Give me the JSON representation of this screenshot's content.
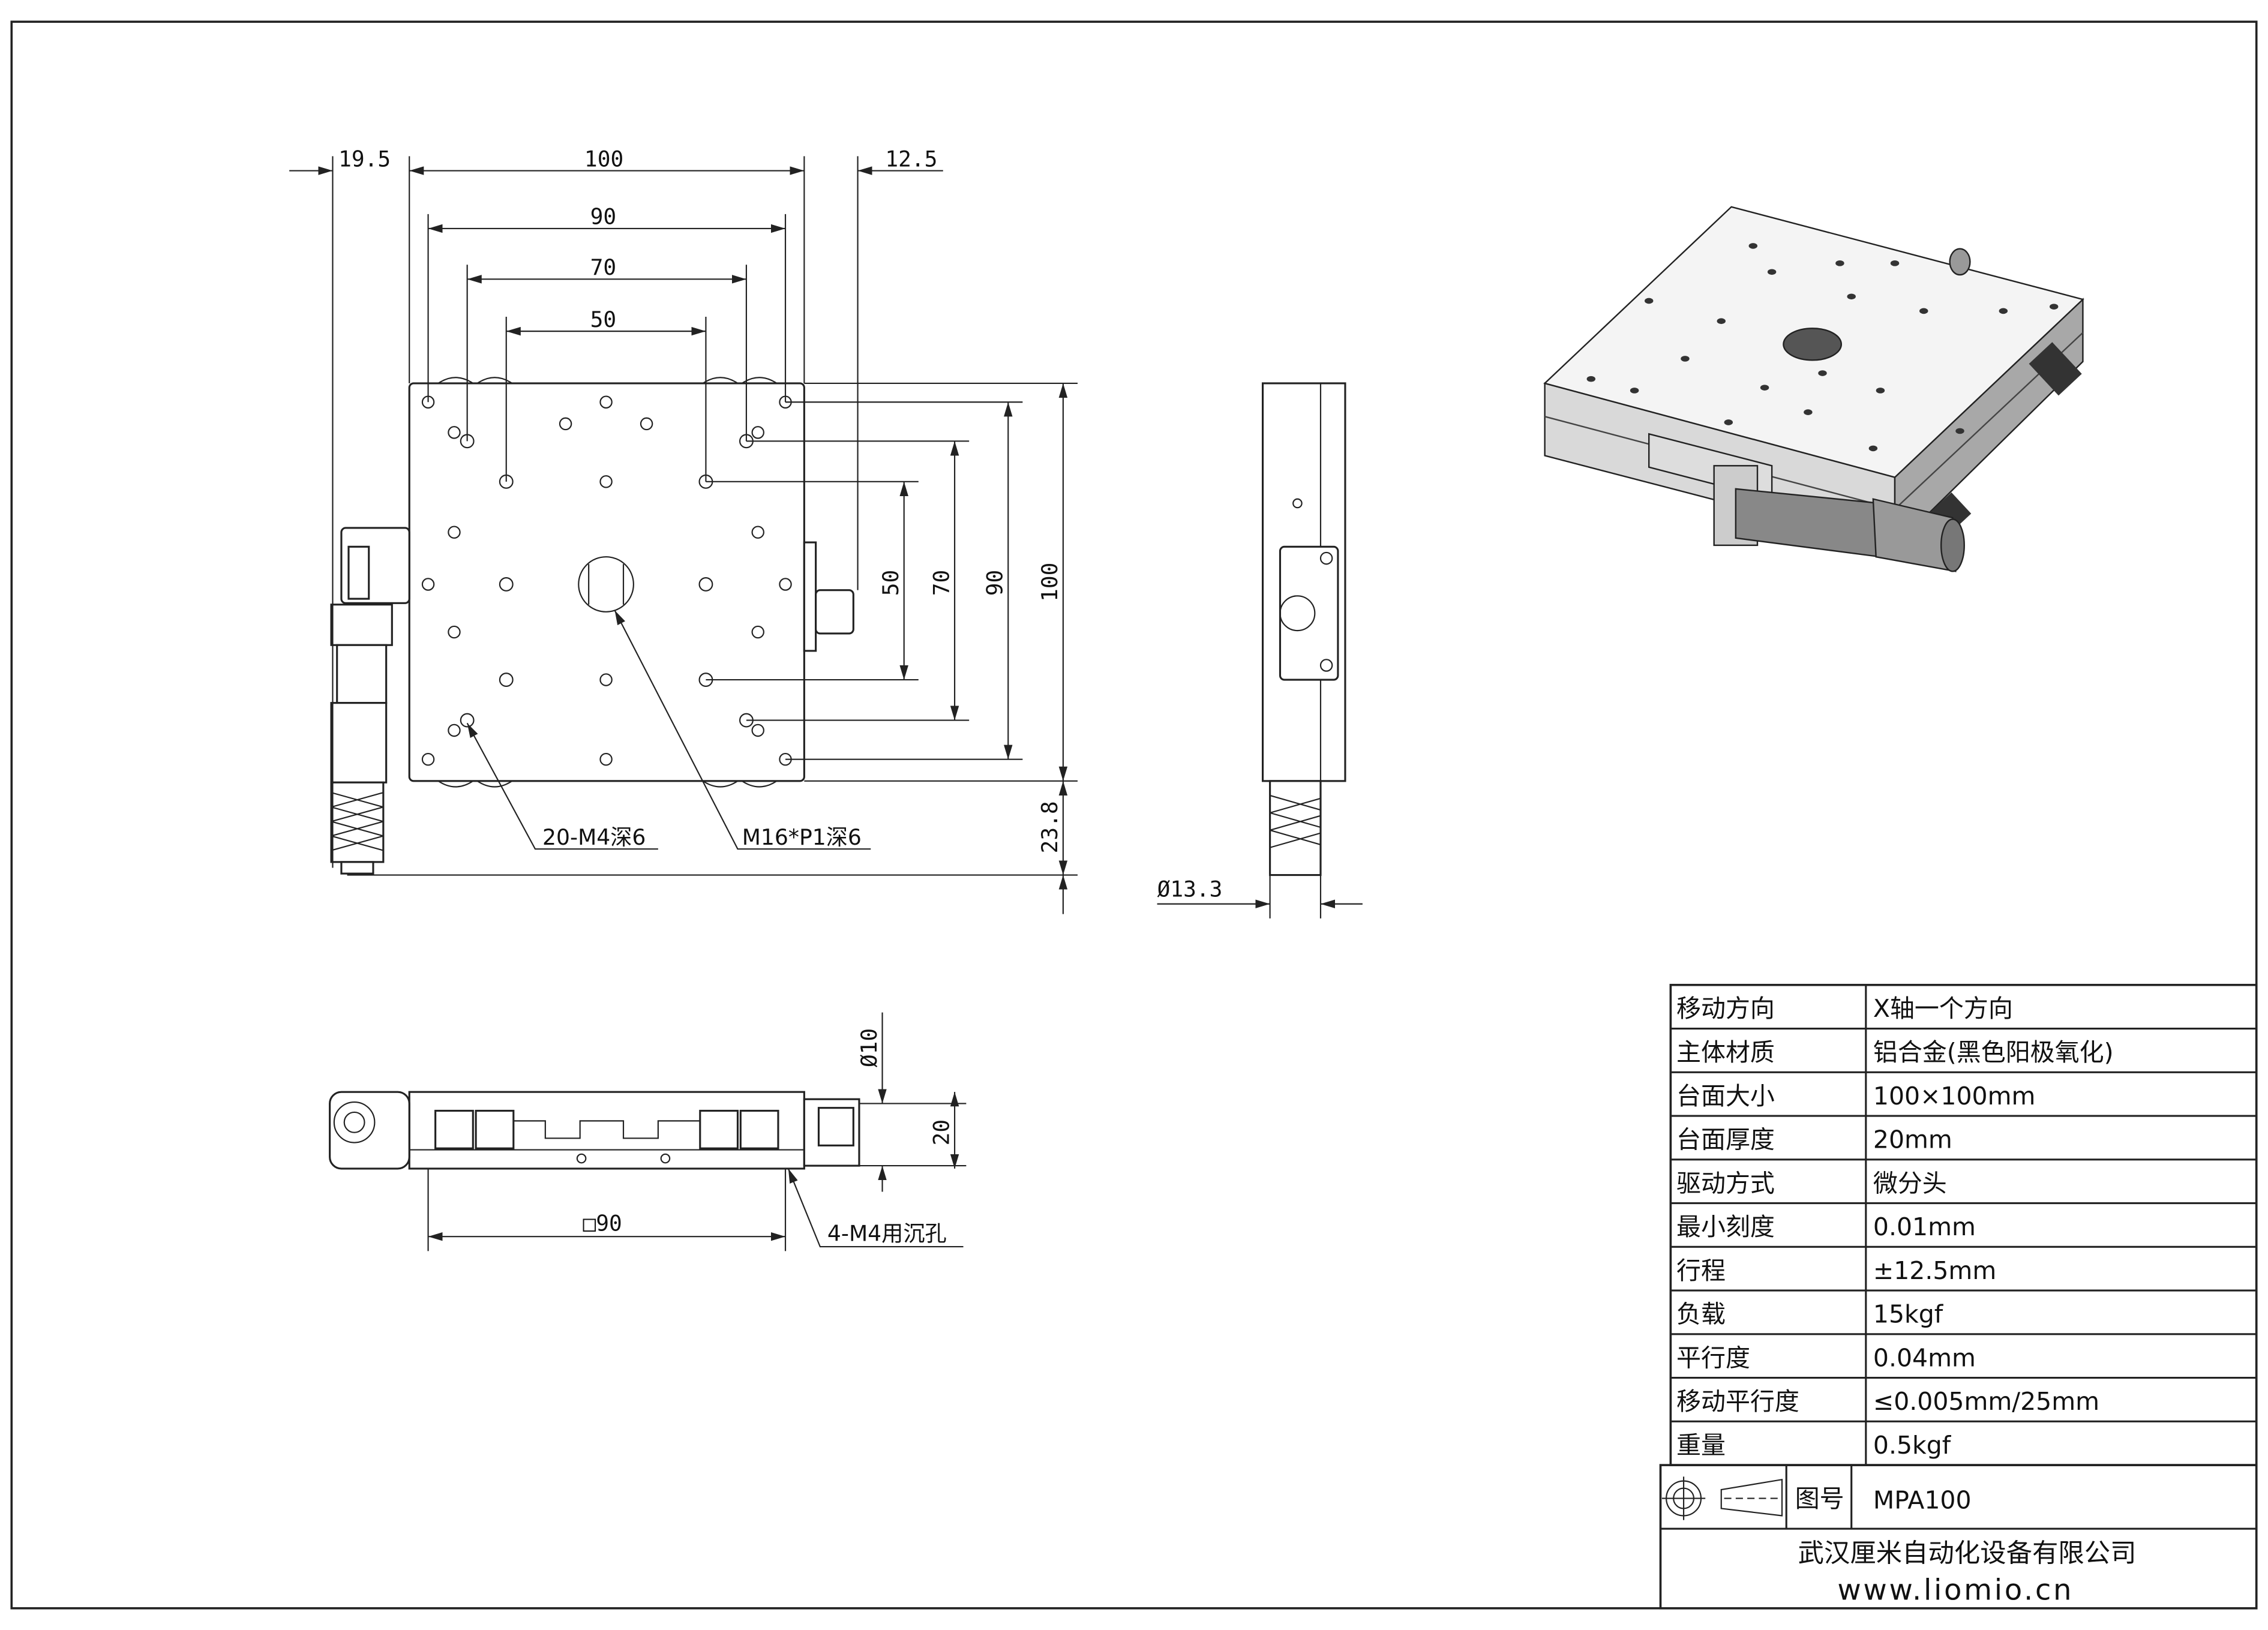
{
  "top_view": {
    "dims": {
      "d19_5": "19.5",
      "d100": "100",
      "d12_5": "12.5",
      "d90": "90",
      "d70": "70",
      "d50": "50",
      "v50": "50",
      "v70": "70",
      "v90": "90",
      "v100": "100",
      "v23_8": "23.8"
    },
    "callout_holes": "20-M4深6",
    "callout_center": "M16*P1深6"
  },
  "side_view": {
    "diameter": "Ø13.3"
  },
  "bottom_view": {
    "d10": "Ø10",
    "d20": "20",
    "square90": "□90",
    "callout": "4-M4用沉孔"
  },
  "spec_table": {
    "rows": [
      {
        "label": "移动方向",
        "value": "X轴一个方向"
      },
      {
        "label": "主体材质",
        "value": "铝合金(黑色阳极氧化)"
      },
      {
        "label": "台面大小",
        "value": "100×100mm"
      },
      {
        "label": "台面厚度",
        "value": "20mm"
      },
      {
        "label": "驱动方式",
        "value": "微分头"
      },
      {
        "label": "最小刻度",
        "value": "0.01mm"
      },
      {
        "label": "行程",
        "value": "±12.5mm"
      },
      {
        "label": "负载",
        "value": "15kgf"
      },
      {
        "label": "平行度",
        "value": "0.04mm"
      },
      {
        "label": "移动平行度",
        "value": "≤0.005mm/25mm"
      },
      {
        "label": "重量",
        "value": "0.5kgf"
      }
    ],
    "drawing_no_label": "图号",
    "drawing_no": "MPA100",
    "company": "武汉厘米自动化设备有限公司",
    "website": "www.liomio.cn"
  }
}
